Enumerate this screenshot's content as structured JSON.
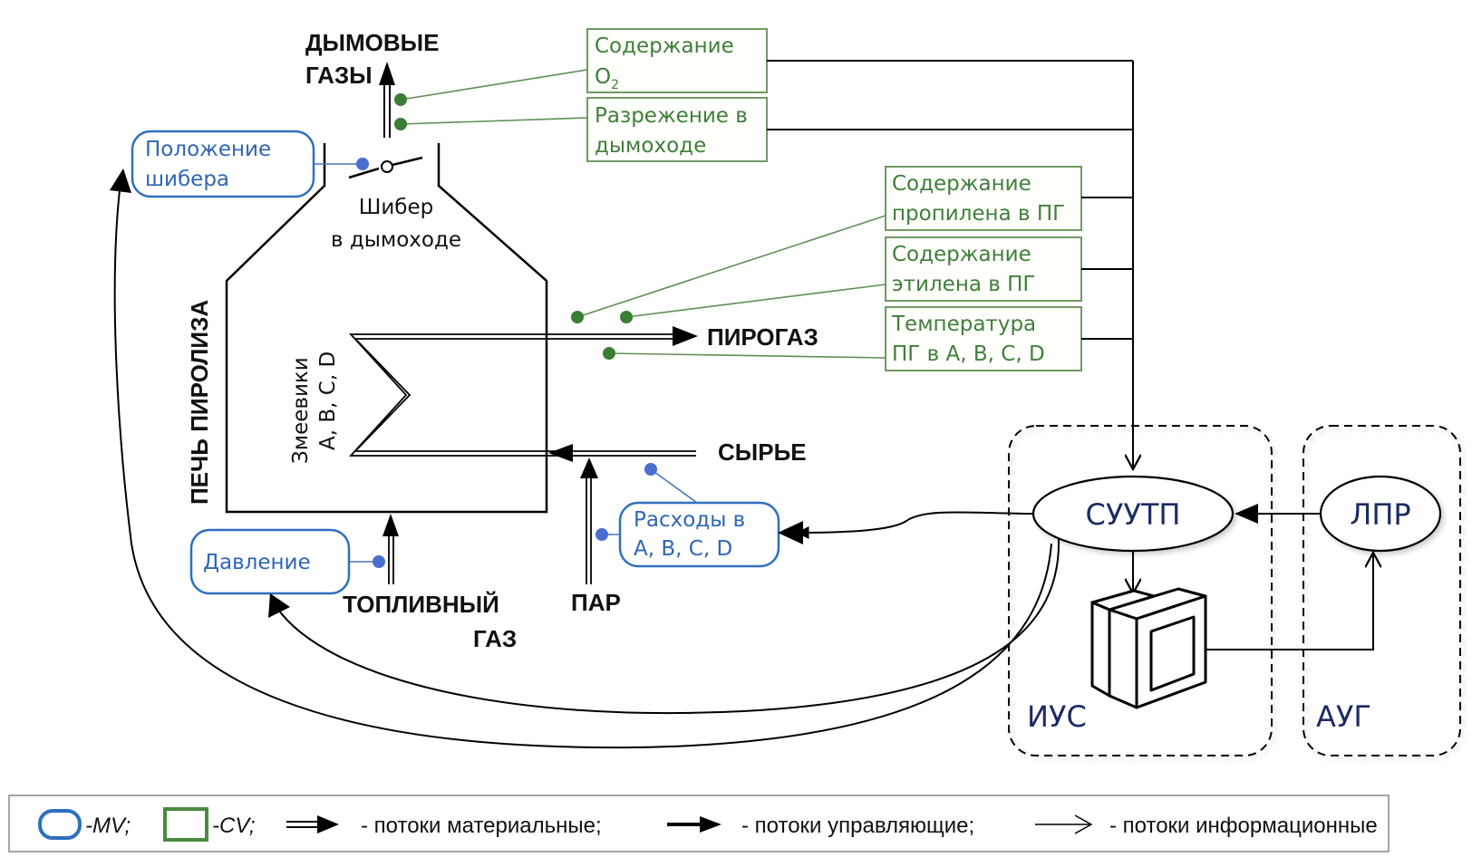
{
  "furnace": {
    "title": "ПЕЧЬ ПИРОЛИЗА",
    "coils_line1": "Змеевики",
    "coils_line2": "A, B, C, D",
    "damper_line1": "Шибер",
    "damper_line2": "в дымоходе"
  },
  "streams": {
    "flue_gas_line1": "ДЫМОВЫЕ",
    "flue_gas_line2": "ГАЗЫ",
    "pyrogas": "ПИРОГАЗ",
    "feed": "СЫРЬЕ",
    "steam": "ПАР",
    "fuel_gas_line1": "ТОПЛИВНЫЙ",
    "fuel_gas_line2": "ГАЗ"
  },
  "cv_boxes": [
    {
      "line1": "Содержание",
      "line2": "O",
      "line2_sub": "2"
    },
    {
      "line1": "Разрежение в",
      "line2": "дымоходе"
    },
    {
      "line1": "Содержание",
      "line2": "пропилена в ПГ"
    },
    {
      "line1": "Содержание",
      "line2": "этилена в ПГ"
    },
    {
      "line1": "Температура",
      "line2": "ПГ в A, B, C, D"
    }
  ],
  "mv_boxes": [
    {
      "line1": "Положение",
      "line2": "шибера"
    },
    {
      "line1": "Давление"
    },
    {
      "line1": "Расходы в",
      "line2": "A, B, C, D"
    }
  ],
  "control": {
    "suutp": "СУУТП",
    "lpr": "ЛПР",
    "ius": "ИУС",
    "aug": "АУГ"
  },
  "legend": {
    "mv": "-MV;",
    "cv": "-CV;",
    "material": "- потоки материальные;",
    "control": "- потоки управляющие;",
    "info": "- потоки информационные"
  },
  "colors": {
    "cv": "#6f9a63",
    "cv_text": "#3f7f3a",
    "mv": "#2f6fc0",
    "mv_text": "#2f66b3",
    "control_text": "#1c2a66"
  }
}
